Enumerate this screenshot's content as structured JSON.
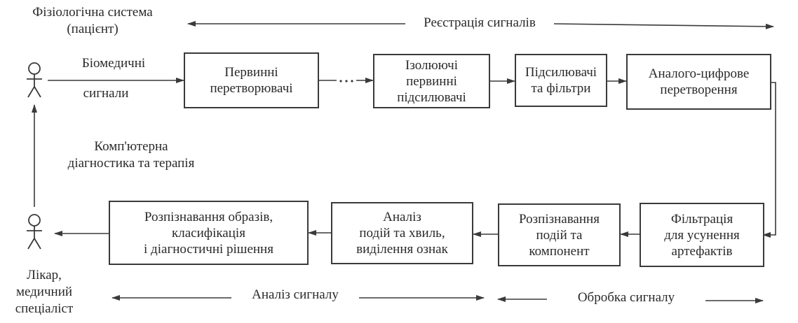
{
  "labels": {
    "physiological_system": "Фізіологічна система\n(пацієнт)",
    "signal_registration": "Реєстрація сигналів",
    "biomedical_signals_1": "Біомедичні",
    "biomedical_signals_2": "сигнали",
    "computer_diagnostics": "Комп'ютерна\nдіагностика та терапія",
    "doctor": "Лікар,\nмедичний\nспеціаліст",
    "signal_analysis": "Аналіз сигналу",
    "signal_processing": "Обробка сигналу"
  },
  "blocks": {
    "primary_transducers": "Первинні\nперетворювачі",
    "isolating_amplifiers": "Ізолюючі\nпервинні\nпідсилювачі",
    "amplifiers_filters": "Підсилювачі\nта фільтри",
    "adc": "Аналого-цифрове\nперетворення",
    "artifact_filtering": "Фільтрація\nдля усунення\nартефактів",
    "event_recognition": "Розпізнавання\nподій та\nкомпонент",
    "event_analysis": "Аналіз\nподій та хвиль,\nвиділення ознак",
    "pattern_recognition": "Розпізнавання образів,\nкласифікація\nі діагностичні рішення"
  },
  "icons": {
    "patient": "person-icon",
    "doctor": "person-icon"
  },
  "colors": {
    "stroke": "#3a3a3a",
    "text": "#2a2a2a",
    "background": "#ffffff"
  }
}
